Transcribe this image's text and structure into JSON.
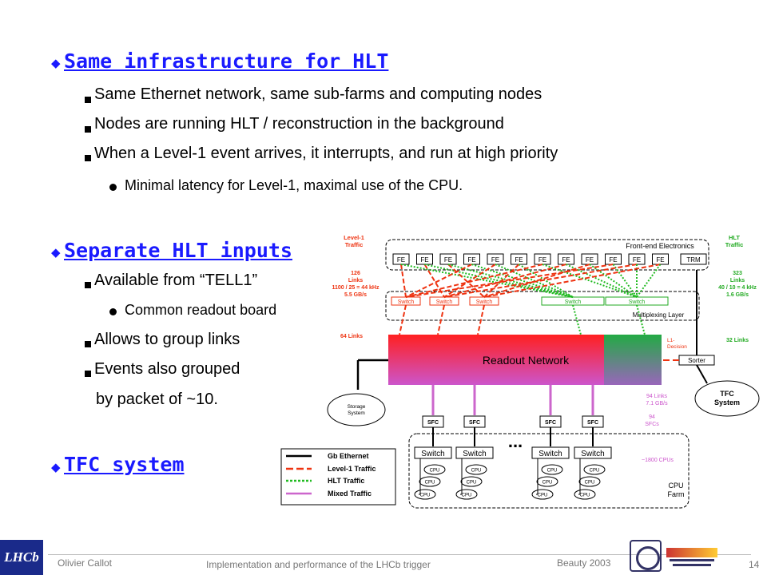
{
  "colors": {
    "heading": "#1a1aff",
    "level1": "#ee3311",
    "hlt": "#22bb22",
    "mixed": "#cc66cc",
    "network_red": "#ff2020",
    "network_green": "#33aa55"
  },
  "sections": [
    {
      "title": "Same infrastructure for HLT",
      "bullets": [
        "Same Ethernet network, same sub-farms and computing nodes",
        "Nodes are running HLT / reconstruction in the background",
        "When a Level-1 event arrives, it interrupts, and run at high priority"
      ],
      "sub": [
        "Minimal latency for Level-1, maximal use of the CPU."
      ]
    },
    {
      "title": "Separate HLT inputs",
      "bullets": [
        "Available from “TELL1”",
        "Allows to group links",
        "Events also grouped",
        "by packet of ~10."
      ],
      "sub": [
        "Common readout board"
      ]
    },
    {
      "title": "TFC system"
    }
  ],
  "diagram": {
    "level1_traffic": "Level-1\nTraffic",
    "level1_links": "126\nLinks\n1100 / 25 = 44 kHz\n5.5 GB/s",
    "links64": "64 Links",
    "hlt_traffic": "HLT\nTraffic",
    "hlt_links": "323\nLinks\n40 / 10 = 4 kHz\n1.6 GB/s",
    "links32": "32 Links",
    "fe_label": "Front-end Electronics",
    "fe": "FE",
    "trm": "TRM",
    "switch": "Switch",
    "mux_label": "Multiplexing Layer",
    "readout": "Readout Network",
    "l1_decision": "L1-\nDecision",
    "sorter": "Sorter",
    "tfc": "TFC\nSystem",
    "storage": "Storage\nSystem",
    "sfc": "SFC",
    "links94": "94 Links\n7.1 GB/s",
    "sfcs94": "94\nSFCs",
    "cpus": "~1800 CPUs",
    "cpu": "CPU",
    "farm": "CPU\nFarm",
    "ellipsis": "...",
    "legend": [
      "Gb Ethernet",
      "Level-1 Traffic",
      "HLT Traffic",
      "Mixed Traffic"
    ]
  },
  "footer": {
    "author": "Olivier Callot",
    "title": "Implementation and performance of the LHCb trigger",
    "conf": "Beauty 2003",
    "page": "14",
    "logo": "LHCb"
  }
}
